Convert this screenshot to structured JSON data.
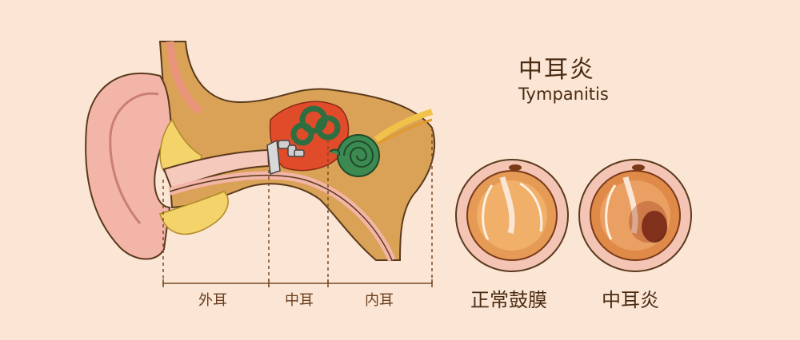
{
  "title": {
    "cn": "中耳炎",
    "en": "Tympanitis"
  },
  "segments": [
    {
      "label": "外耳"
    },
    {
      "label": "中耳"
    },
    {
      "label": "内耳"
    }
  ],
  "eardrums": [
    {
      "caption": "正常鼓膜",
      "condition": "normal"
    },
    {
      "caption": "中耳炎",
      "condition": "inflamed"
    }
  ],
  "colors": {
    "background": "#fbe6d5",
    "text": "#4a2c14",
    "dimension_line": "#7a4a24",
    "skin": "#f2b5a8",
    "bone": "#d7a35a",
    "inflammation": "#e04b2a",
    "cochlea": "#3c8a52"
  }
}
